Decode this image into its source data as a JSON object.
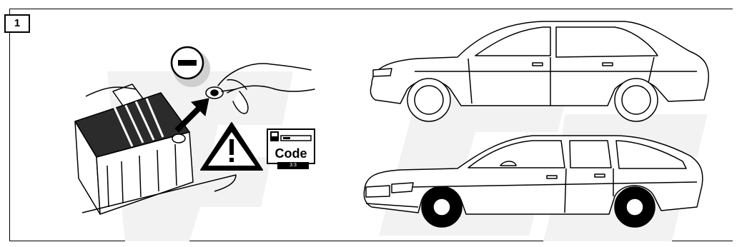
{
  "step": {
    "number": "1"
  },
  "radio_code": {
    "label": "Code",
    "sub_label": "3:3"
  },
  "colors": {
    "line": "#000000",
    "background": "#ffffff",
    "watermark": "#f2f2f2",
    "minus_badge": "#cfcfcf",
    "battery_top": "#2b2b2b"
  },
  "icons": {
    "negative_terminal": "minus-icon",
    "hazard": "warning-triangle-icon",
    "direction": "arrow-icon"
  }
}
